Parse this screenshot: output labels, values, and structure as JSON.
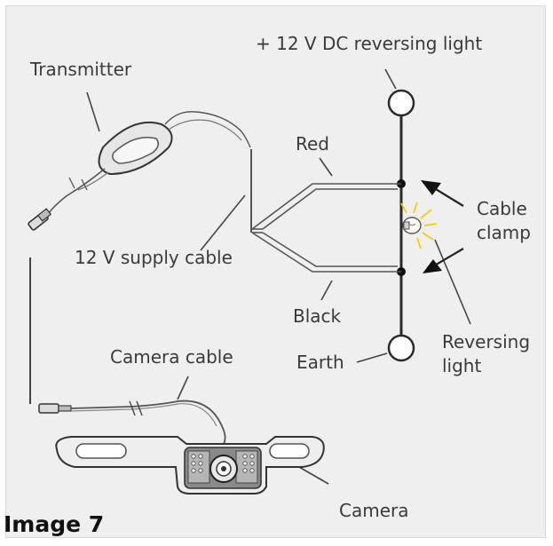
{
  "labels": {
    "positive": "+ 12 V DC reversing light",
    "transmitter": "Transmitter",
    "red": "Red",
    "cable_clamp_line1": "Cable",
    "cable_clamp_line2": "clamp",
    "supply_cable": "12 V supply cable",
    "black": "Black",
    "reversing_light_line1": "Reversing",
    "reversing_light_line2": "light",
    "earth": "Earth",
    "camera_cable": "Camera cable",
    "camera": "Camera"
  },
  "caption": "Image 7",
  "colors": {
    "background": "#efefef",
    "line": "#2b2b2b",
    "text": "#3a3a3a",
    "caption": "#111111",
    "bulb_glow": "#f0d000"
  }
}
